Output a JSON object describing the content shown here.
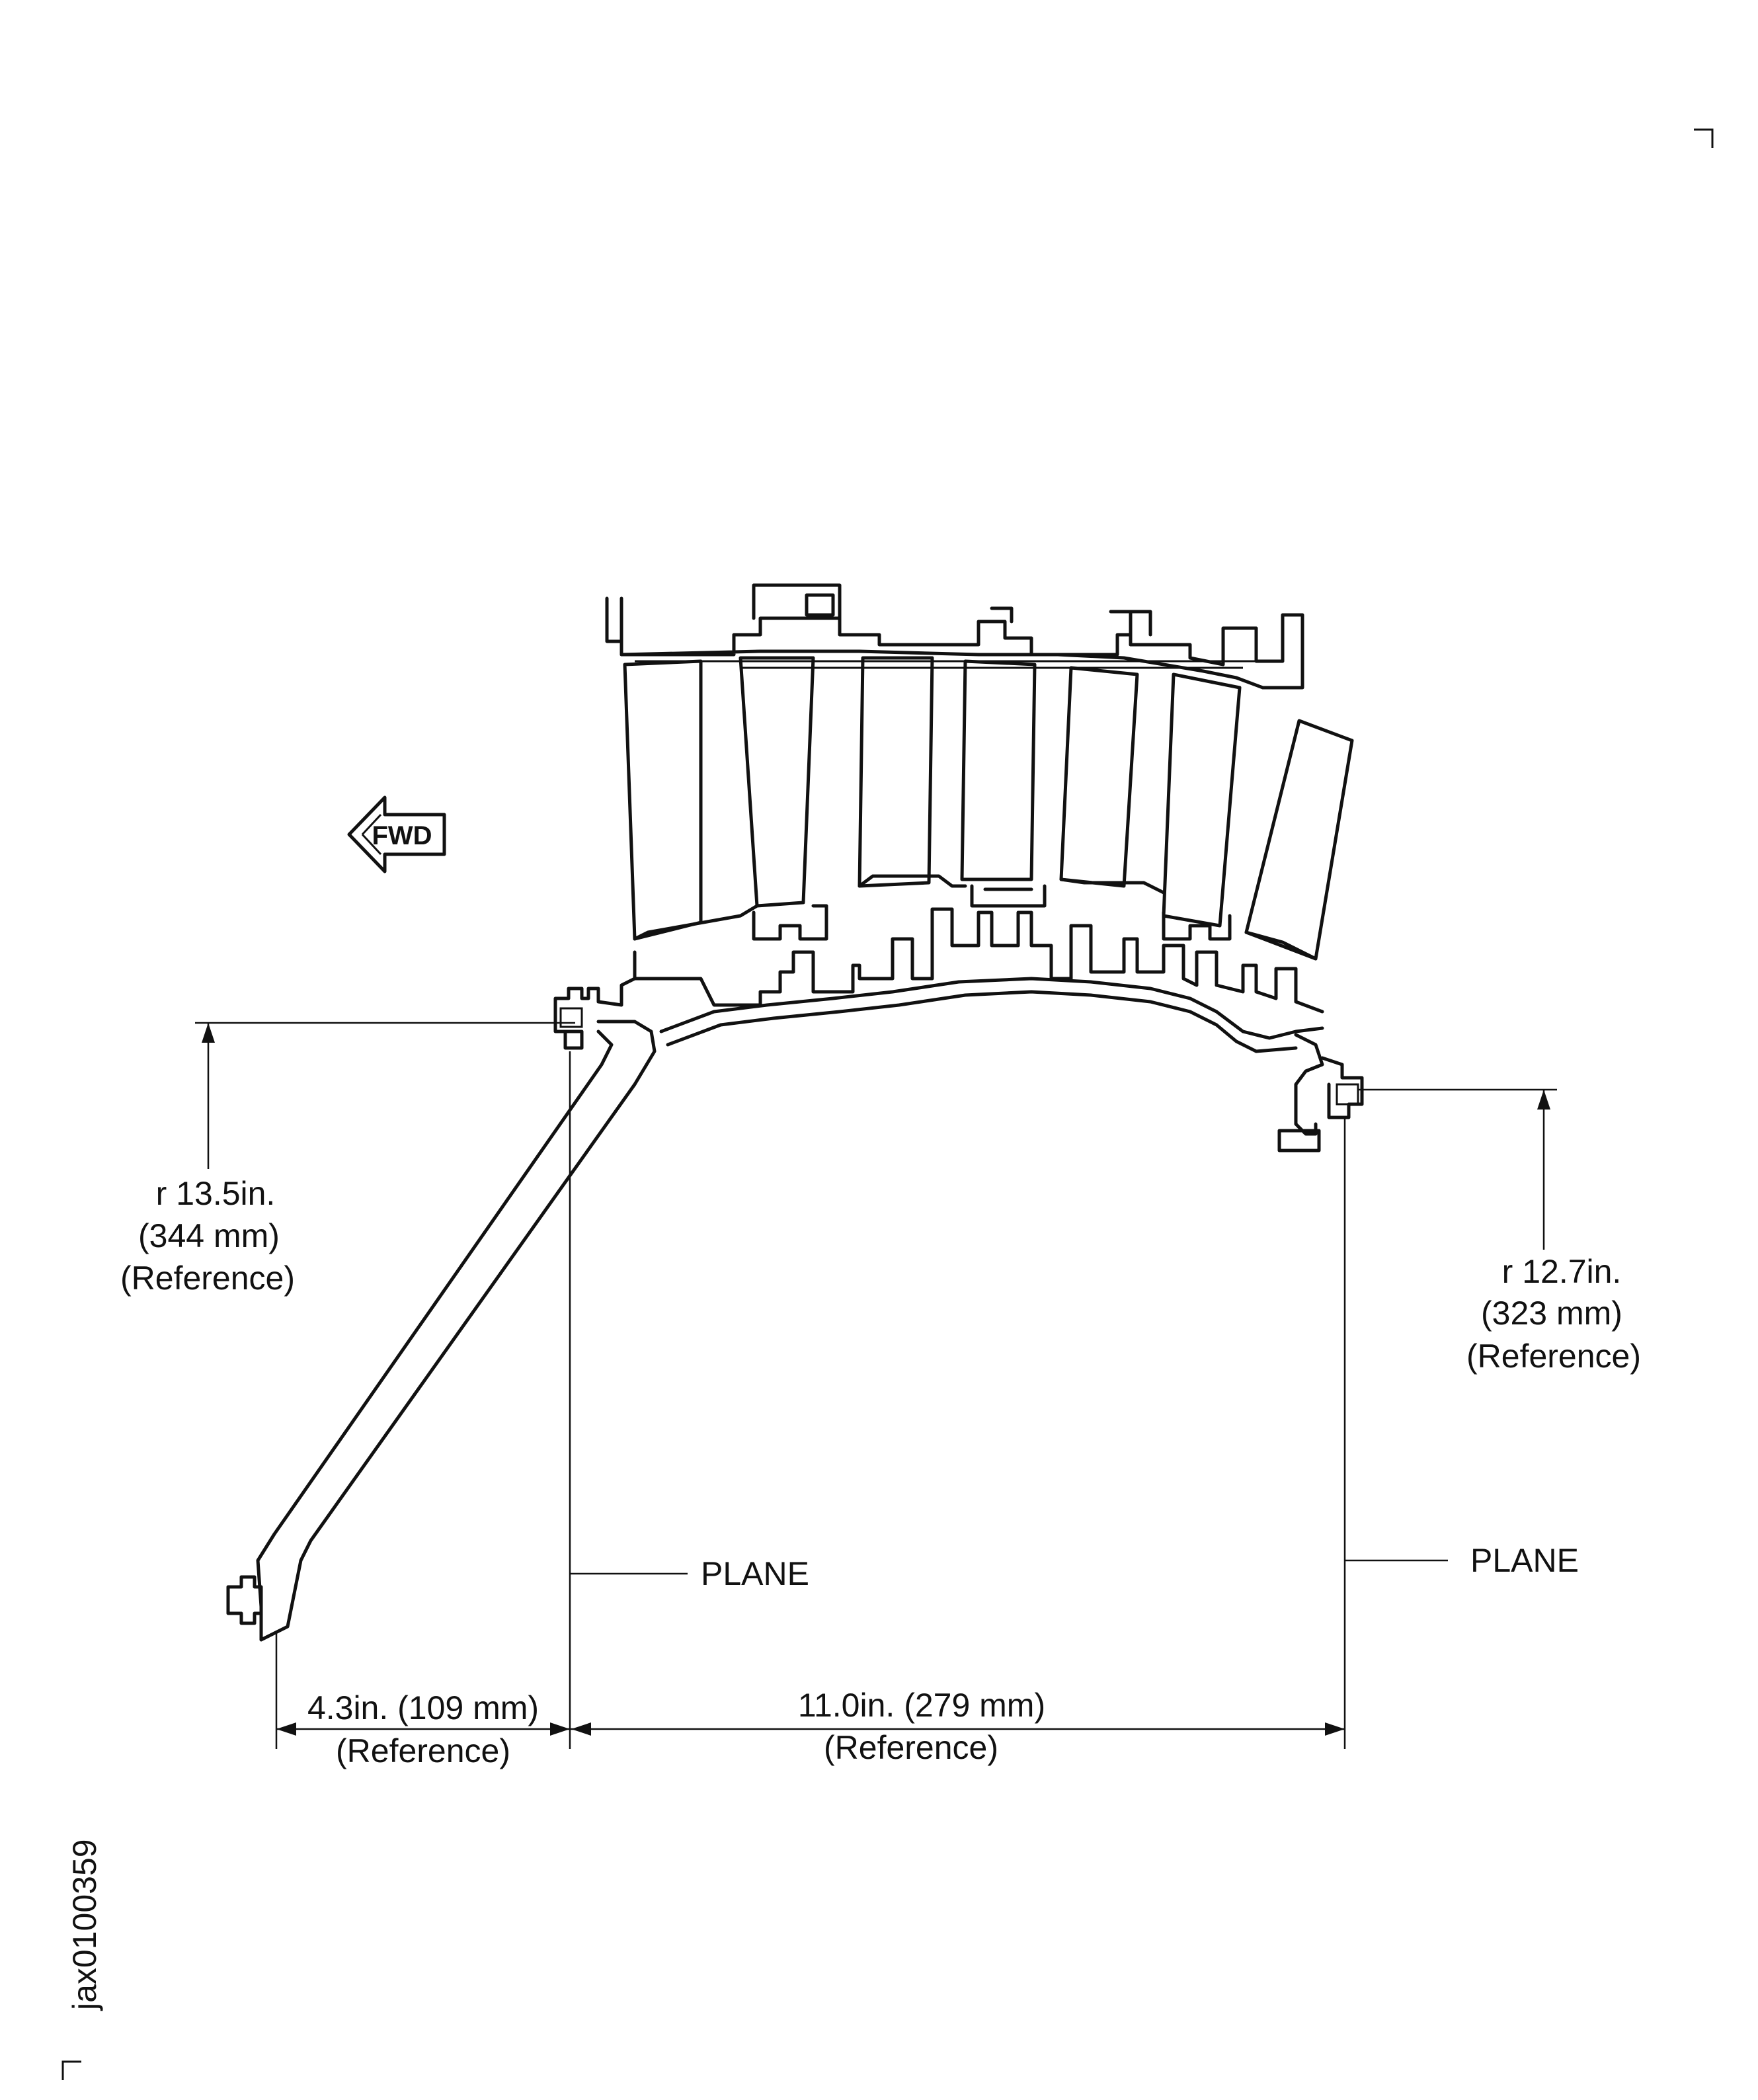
{
  "fwd_label": "FWD",
  "left_radius": {
    "value": "r 13.5in.",
    "metric": "(344 mm)",
    "note": "(Reference)"
  },
  "right_radius": {
    "value": "r 12.7in.",
    "metric": "(323 mm)",
    "note": "(Reference)"
  },
  "left_plane_label": "PLANE",
  "right_plane_label": "PLANE",
  "left_dimension": {
    "value": "4.3in. (109 mm)",
    "note": "(Reference)"
  },
  "main_dimension": {
    "value": "11.0in. (279 mm)",
    "note": "(Reference)"
  },
  "figure_id": "jax0100359"
}
